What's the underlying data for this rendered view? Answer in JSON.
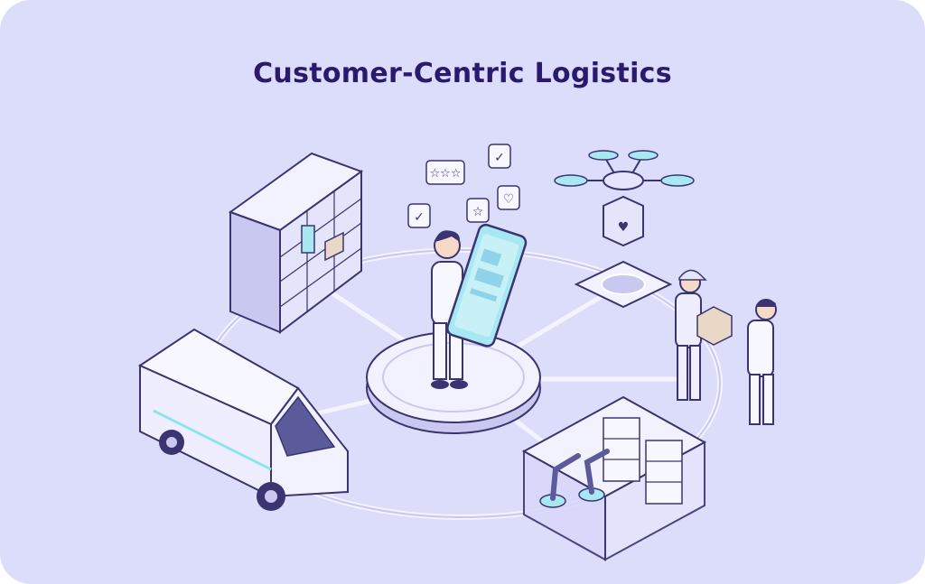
{
  "title": "Customer-Centric Logistics",
  "colors": {
    "background": "#dcdcfb",
    "title": "#2a1a6e",
    "outline": "#3a3470",
    "accent": "#8fe3f0",
    "fill_light": "#f2f2ff",
    "fill_mid": "#c9c8f0"
  },
  "illustration": {
    "center": "customer-with-smartphone",
    "nodes": [
      {
        "id": "parcel-locker",
        "label": "Smart parcel locker"
      },
      {
        "id": "delivery-drone",
        "label": "Delivery drone with landing pad"
      },
      {
        "id": "delivery-van",
        "label": "Electric delivery van"
      },
      {
        "id": "courier-handoff",
        "label": "Courier handing package to customer"
      },
      {
        "id": "robotic-warehouse",
        "label": "Automated warehouse"
      }
    ],
    "feedback_bubbles": [
      "check",
      "stars",
      "check",
      "star",
      "heart"
    ]
  }
}
